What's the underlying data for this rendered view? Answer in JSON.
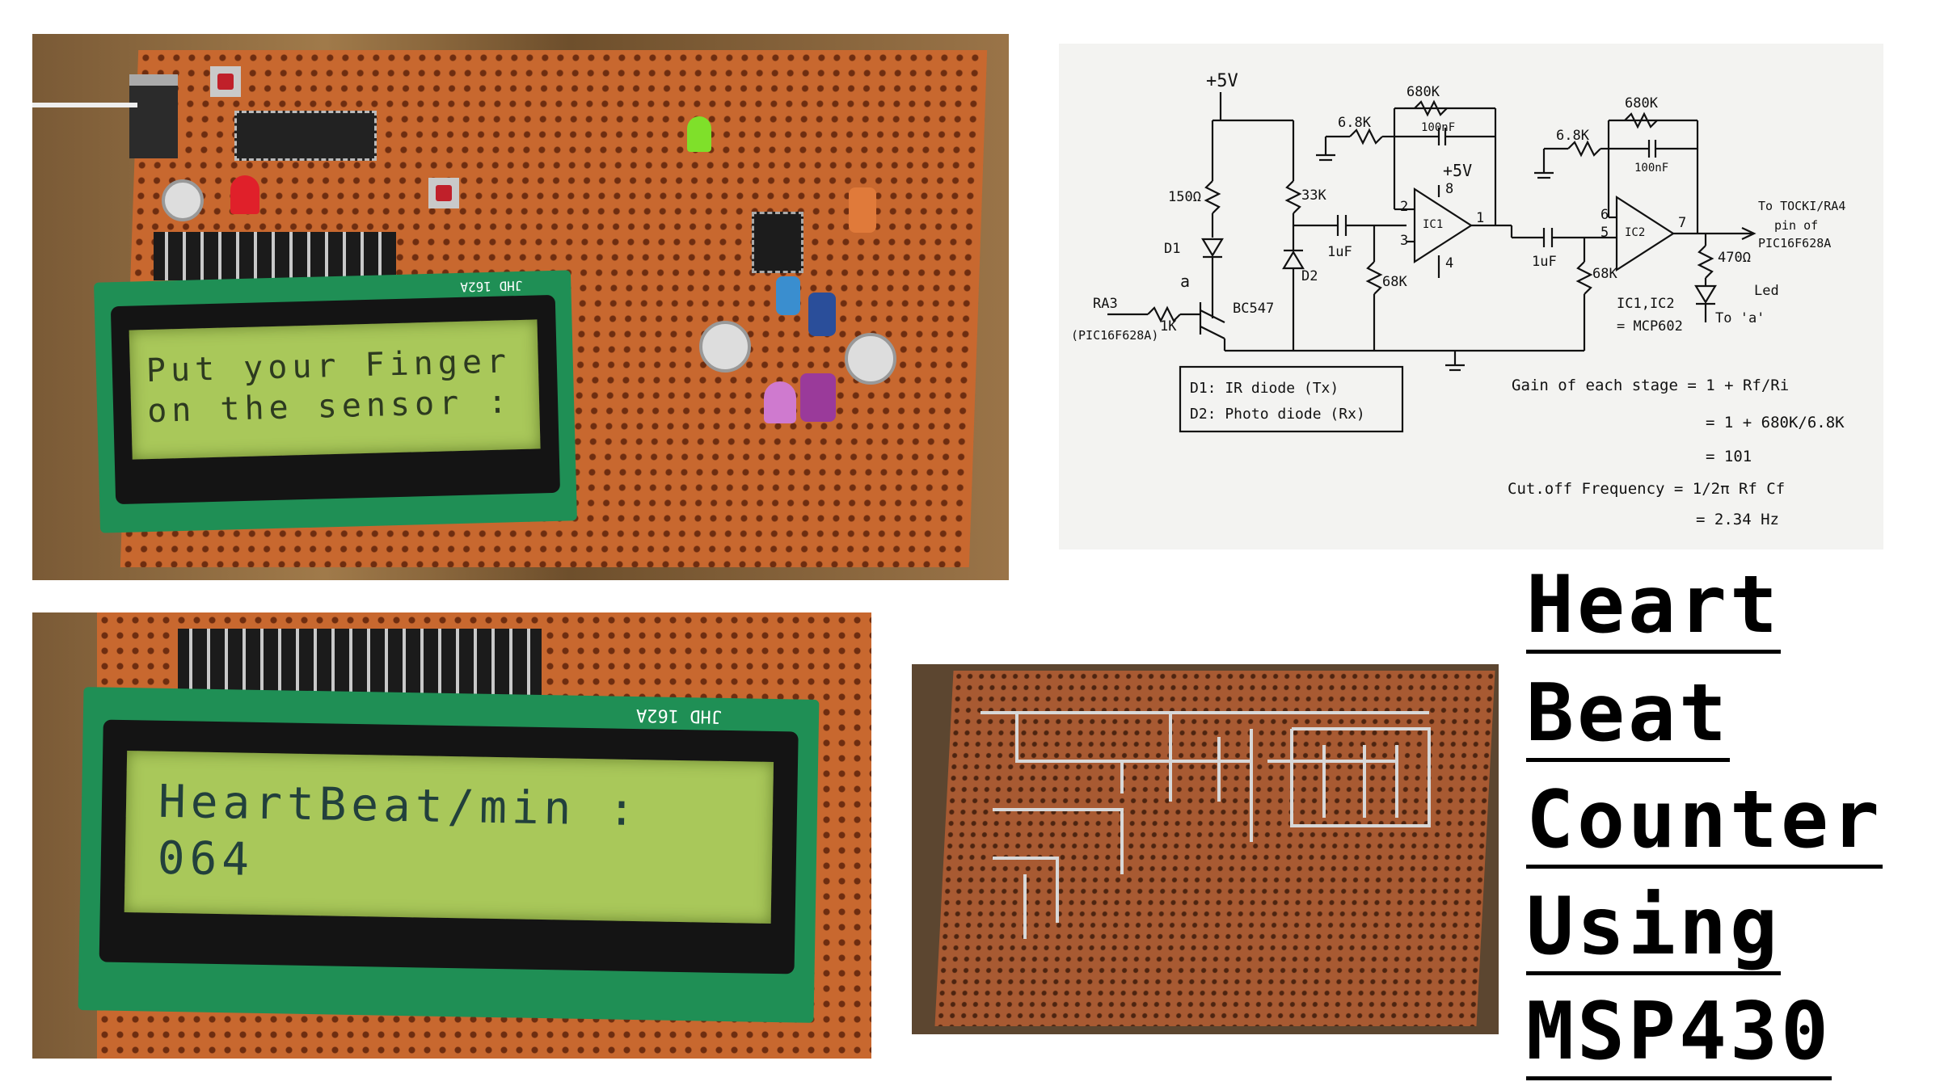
{
  "lcd_top": {
    "line1": "Put your Finger",
    "line2": "on the sensor :",
    "module_label": "JHD 162A"
  },
  "lcd_bottom": {
    "line1": "HeartBeat/min :",
    "line2": "064",
    "module_label": "JHD 162A"
  },
  "schematic": {
    "vcc_top": "+5V",
    "vcc_opamp": "+5V",
    "r_150": "150Ω",
    "r_33k": "33K",
    "r_68k_a": "6.8K",
    "r_680k_a": "680K",
    "c_100nf_a": "100nF",
    "r_68k_b": "6.8K",
    "r_680k_b": "680K",
    "c_100nf_b": "100nF",
    "c_1uf_a": "1uF",
    "c_1uf_b": "1uF",
    "r_68k_c": "68K",
    "r_68k_d": "68K",
    "r_470": "470Ω",
    "r_1k": "1K",
    "ic1": "IC1",
    "ic2": "IC2",
    "pin8": "8",
    "pin2": "2",
    "pin3": "3",
    "pin1": "1",
    "pin4": "4",
    "pin6": "6",
    "pin5": "5",
    "pin7": "7",
    "d1": "D1",
    "d2": "D2",
    "node_a": "a",
    "transistor": "BC547",
    "ra3": "RA3",
    "ra3_pin": "(PIC16F628A)",
    "to_tocki": "To TOCKI/RA4",
    "pin_of": "pin of",
    "pic": "PIC16F628A",
    "led_label": "Led",
    "to_a": "To 'a'",
    "ic_type_1": "IC1,IC2",
    "ic_type_2": "= MCP602",
    "legend_d1": "D1:   IR diode (Tx)",
    "legend_d2": "D2:   Photo diode (Rx)",
    "gain_label": "Gain of each stage  =  1 + Rf/Ri",
    "gain_step2": "= 1 + 680K/6.8K",
    "gain_step3": "= 101",
    "cutoff_label": "Cut.off Frequency  =  1/2π Rf Cf",
    "cutoff_value": "= 2.34 Hz"
  },
  "title": {
    "word1": "Heart",
    "word2": "Beat",
    "word3": "Counter",
    "word4": "Using",
    "word5": "MSP430"
  }
}
